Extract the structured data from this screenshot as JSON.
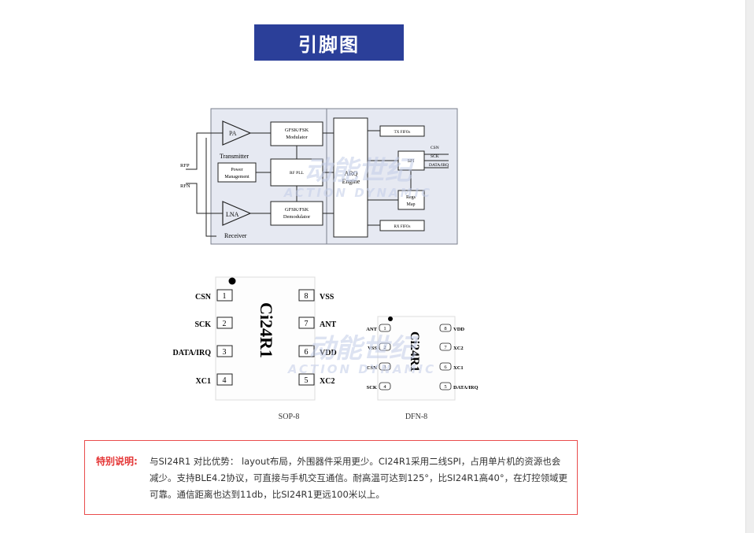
{
  "title": "引脚图",
  "block_diagram": {
    "pa": "PA",
    "lna": "LNA",
    "modulator_line1": "GFSK/FSK",
    "modulator_line2": "Modulator",
    "demodulator_line1": "GFSK/FSK",
    "demodulator_line2": "Demodulator",
    "transmitter": "Transmitter",
    "receiver": "Receiver",
    "power_line1": "Power",
    "power_line2": "Management",
    "rf_pll": "RF PLL",
    "arq_line1": "ARQ",
    "arq_line2": "Engine",
    "tx_fifo": "TX FIFOs",
    "rx_fifo": "RX FIFOs",
    "spi": "SPI",
    "regs_line1": "Regs",
    "regs_line2": "Map",
    "rfp": "RFP",
    "rfn": "RFN",
    "csn": "CSN",
    "sck": "SCK",
    "data_irq": "DATA/IRQ"
  },
  "watermark": {
    "cn": "动能世纪",
    "en": "ACTION DYNAMIC"
  },
  "sop8": {
    "chip": "Ci24R1",
    "package": "SOP-8",
    "left_pins": [
      {
        "num": "1",
        "name": "CSN"
      },
      {
        "num": "2",
        "name": "SCK"
      },
      {
        "num": "3",
        "name": "DATA/IRQ"
      },
      {
        "num": "4",
        "name": "XC1"
      }
    ],
    "right_pins": [
      {
        "num": "8",
        "name": "VSS"
      },
      {
        "num": "7",
        "name": "ANT"
      },
      {
        "num": "6",
        "name": "VDD"
      },
      {
        "num": "5",
        "name": "XC2"
      }
    ]
  },
  "dfn8": {
    "chip": "Ci24R1",
    "package": "DFN-8",
    "left_pins": [
      {
        "num": "1",
        "name": "ANT"
      },
      {
        "num": "2",
        "name": "VSS"
      },
      {
        "num": "3",
        "name": "CSN"
      },
      {
        "num": "4",
        "name": "SCK"
      }
    ],
    "right_pins": [
      {
        "num": "8",
        "name": "VDD"
      },
      {
        "num": "7",
        "name": "XC2"
      },
      {
        "num": "6",
        "name": "XC1"
      },
      {
        "num": "5",
        "name": "DATA/IRQ"
      }
    ]
  },
  "note": {
    "label": "特别说明:",
    "text": "与SI24R1 对比优势： layout布局，外围器件采用更少。CI24R1采用二线SPI，占用单片机的资源也会减少。支持BLE4.2协议，可直接与手机交互通信。耐高温可达到125°，比SI24R1高40°，在灯控领域更可靠。通信距离也达到11db，比SI24R1更远100米以上。"
  },
  "colors": {
    "banner": "#2b3f99",
    "note_border": "#e94c4c",
    "note_label": "#e43535",
    "diagram_bg": "#e6e9f2",
    "watermark": "#c3cde8"
  }
}
